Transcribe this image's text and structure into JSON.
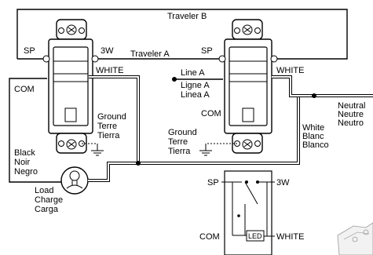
{
  "wires": {
    "traveler_b": "Traveler B",
    "traveler_a": "Traveler A"
  },
  "switch_left": {
    "sp": "SP",
    "three_way": "3W",
    "white": "WHITE",
    "com": "COM",
    "ground": [
      "Ground",
      "Terre",
      "Tierra"
    ],
    "black": [
      "Black",
      "Noir",
      "Negro"
    ]
  },
  "switch_right": {
    "sp": "SP",
    "white": "WHITE",
    "line": [
      "Line A",
      "Ligne A",
      "Linea A"
    ],
    "com": "COM",
    "ground": [
      "Ground",
      "Terre",
      "Tierra"
    ]
  },
  "neutral": [
    "Neutral",
    "Neutre",
    "Neutro"
  ],
  "white_wire": [
    "White",
    "Blanc",
    "Blanco"
  ],
  "load": [
    "Load",
    "Charge",
    "Carga"
  ],
  "schematic": {
    "sp": "SP",
    "three_way": "3W",
    "com": "COM",
    "led": "LED",
    "white": "WHITE"
  }
}
